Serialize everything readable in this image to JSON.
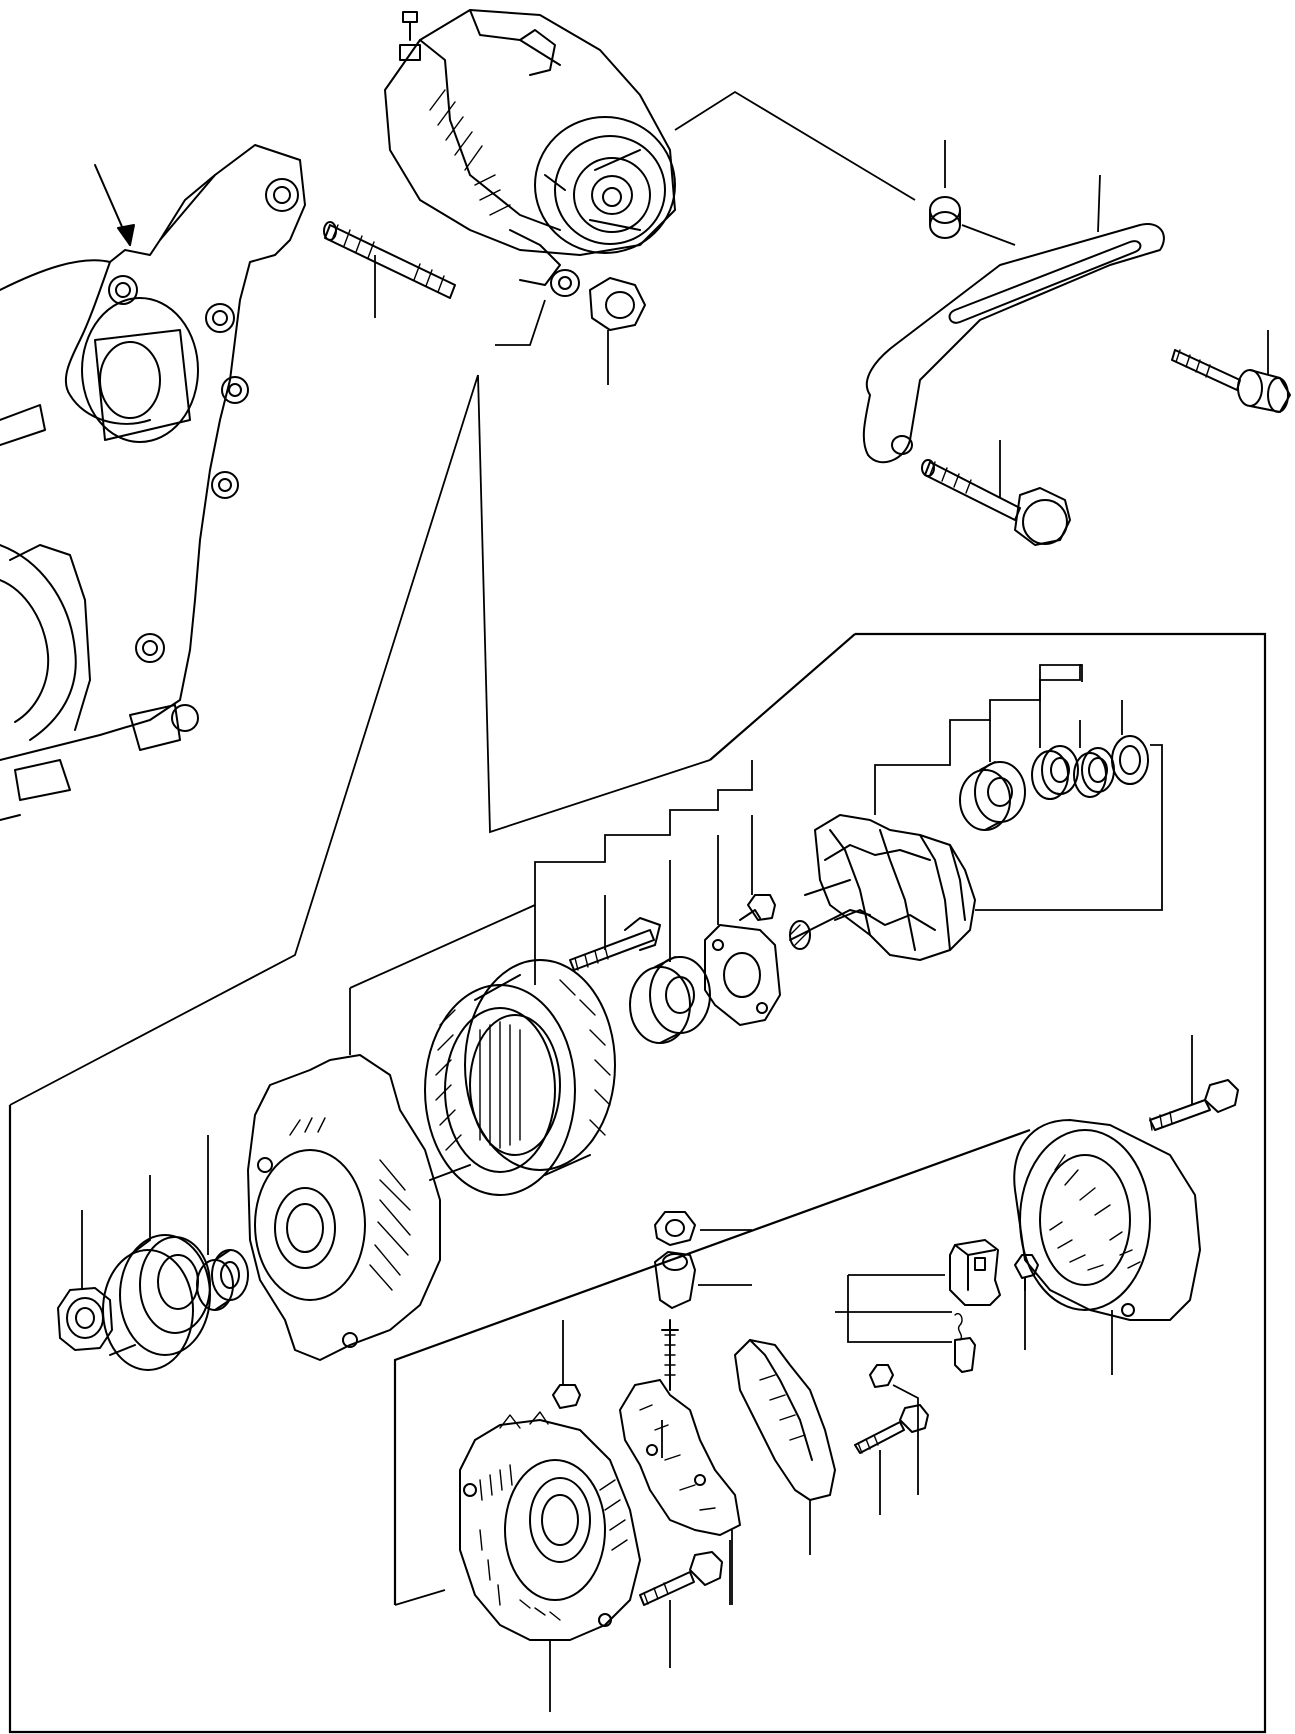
{
  "diagram": {
    "kind": "exploded parts drawing",
    "colors": {
      "line": "#000000",
      "background": "#ffffff"
    },
    "parts": [
      {
        "name": "engine-front-case"
      },
      {
        "name": "alternator-assembly"
      },
      {
        "name": "pivot-stud"
      },
      {
        "name": "pivot-washer"
      },
      {
        "name": "pivot-nut"
      },
      {
        "name": "bracket-spacer"
      },
      {
        "name": "adjusting-bracket"
      },
      {
        "name": "bracket-bolt-upper"
      },
      {
        "name": "bracket-bolt-lower"
      },
      {
        "name": "pulley-nut"
      },
      {
        "name": "pulley"
      },
      {
        "name": "collar"
      },
      {
        "name": "drive-end-frame"
      },
      {
        "name": "stator"
      },
      {
        "name": "through-stud"
      },
      {
        "name": "front-bearing"
      },
      {
        "name": "retainer-plate"
      },
      {
        "name": "retainer-screw"
      },
      {
        "name": "rotor"
      },
      {
        "name": "rear-bearing"
      },
      {
        "name": "bearing-cover"
      },
      {
        "name": "seal-ring"
      },
      {
        "name": "thrust-washer"
      },
      {
        "name": "rear-end-cover"
      },
      {
        "name": "cover-bolt"
      },
      {
        "name": "terminal-nut"
      },
      {
        "name": "terminal-insulator"
      },
      {
        "name": "rectifier-holder"
      },
      {
        "name": "regulator"
      },
      {
        "name": "brush-holder"
      },
      {
        "name": "brush-spring"
      },
      {
        "name": "brush"
      },
      {
        "name": "holder-screw"
      },
      {
        "name": "regulator-screw"
      },
      {
        "name": "regulator-bolt"
      },
      {
        "name": "rear-frame"
      },
      {
        "name": "rear-frame-bolt"
      },
      {
        "name": "insulating-nut"
      }
    ]
  }
}
